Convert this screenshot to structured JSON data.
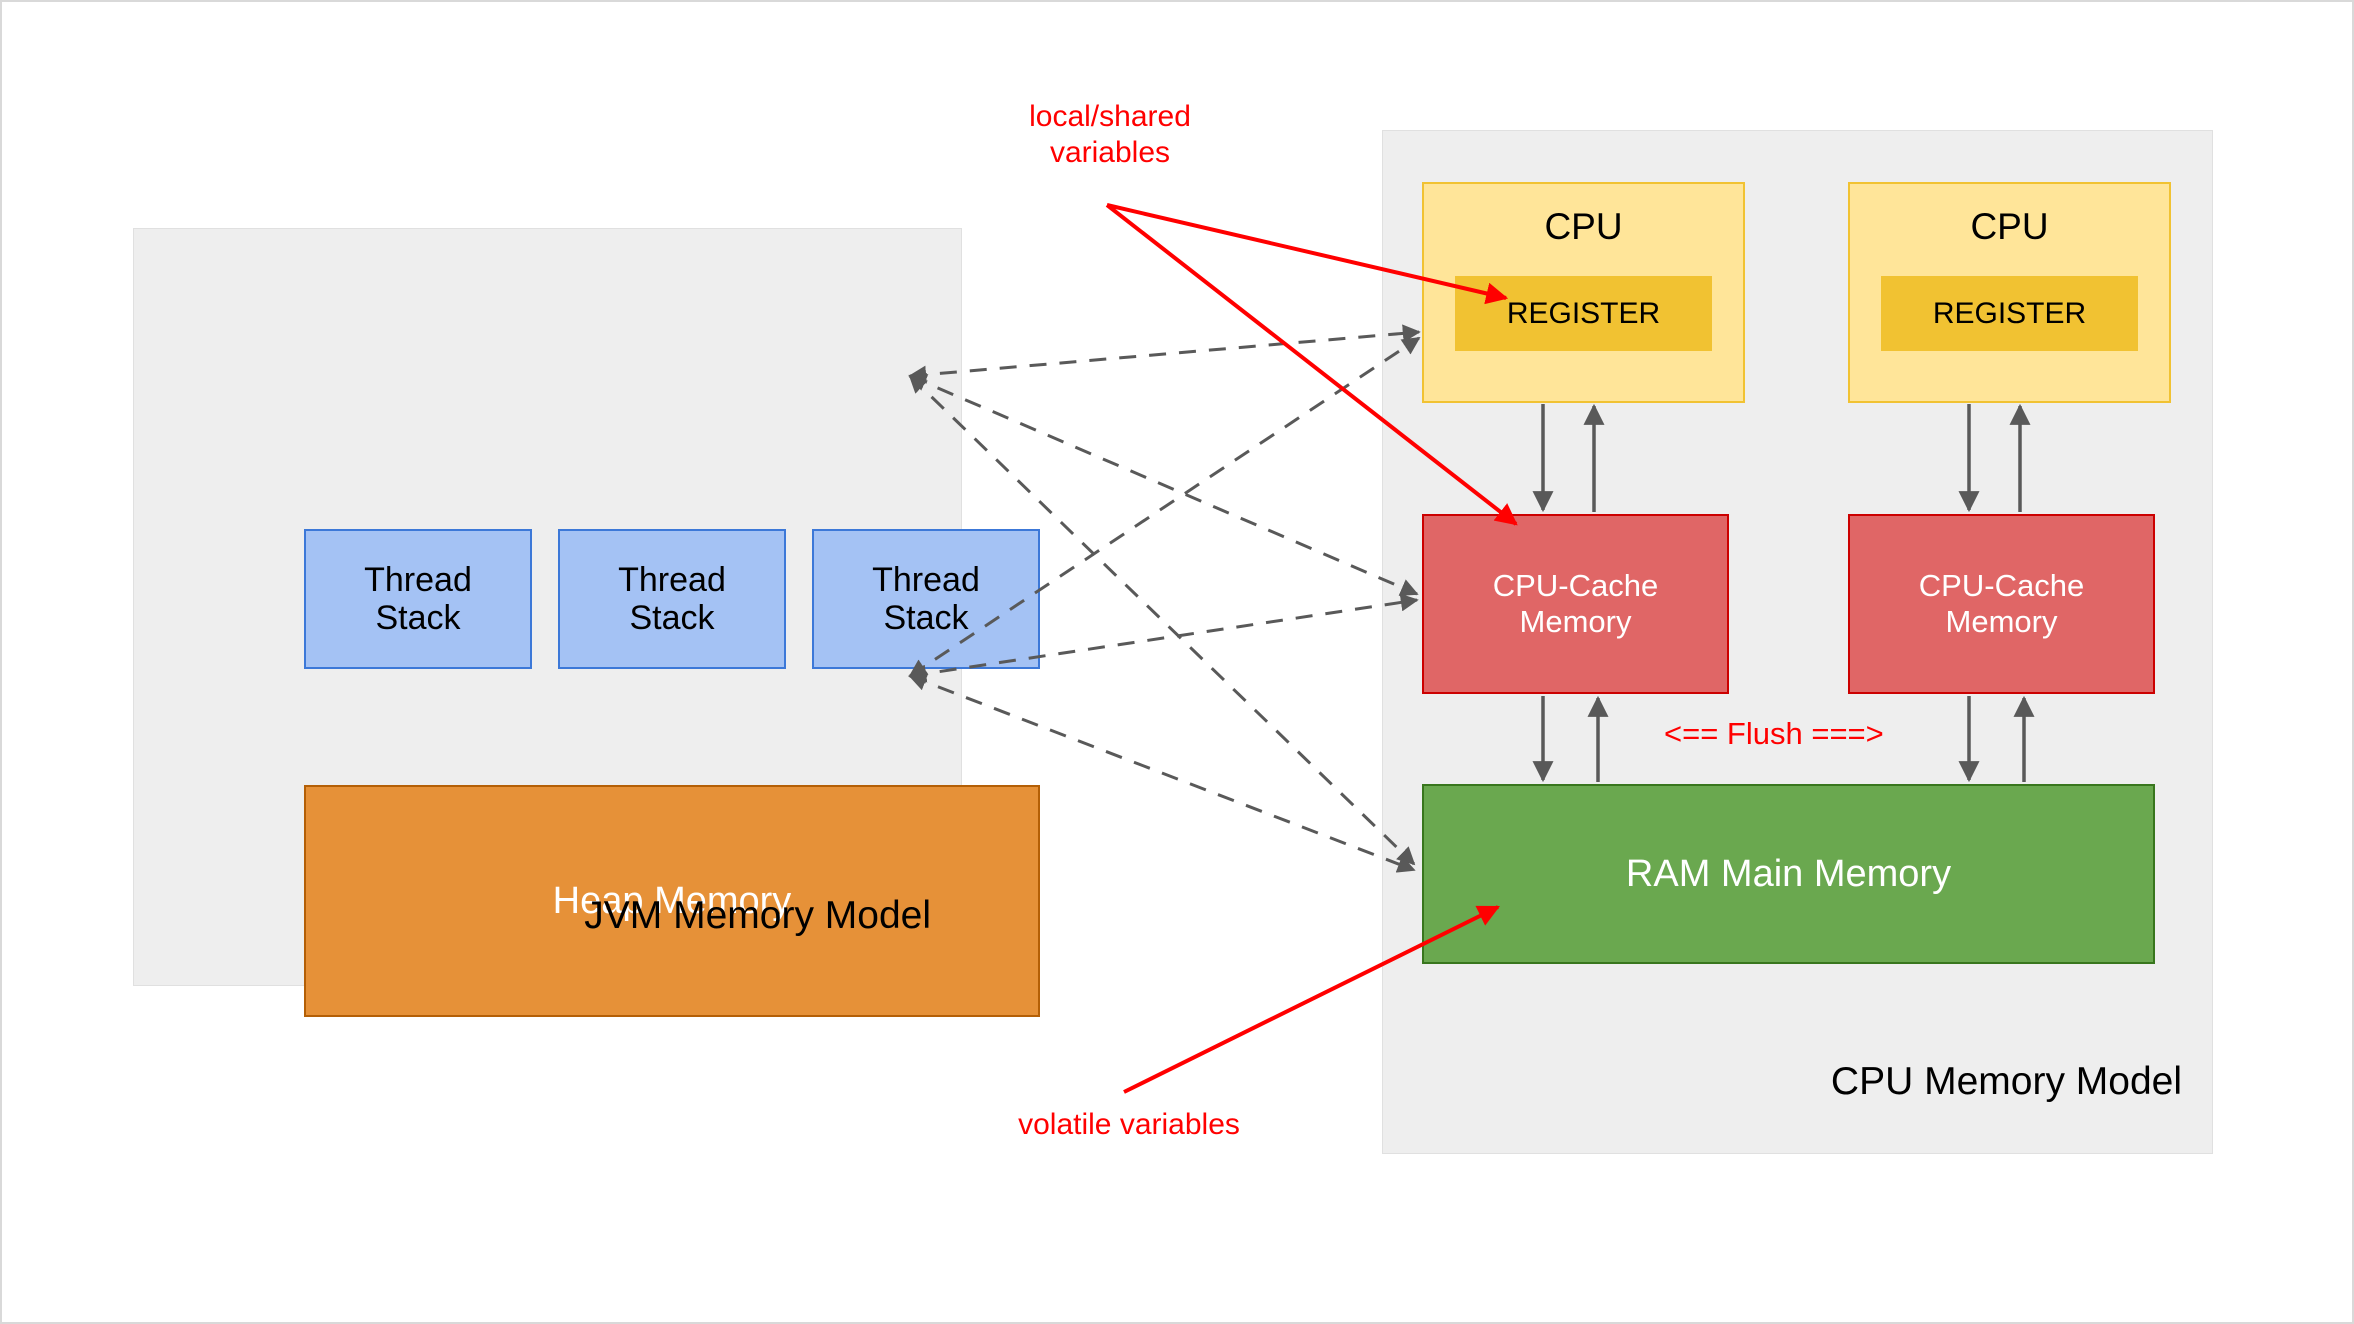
{
  "diagram": {
    "title": "JVM Memory Model and CPU Memory Model",
    "colors": {
      "panel_bg": "#eeeeee",
      "thread_stack_fill": "#a4c2f4",
      "thread_stack_border": "#3c78d8",
      "heap_fill": "#e69138",
      "heap_border": "#b45f06",
      "cpu_fill": "#ffe599",
      "cpu_border": "#f1c232",
      "register_fill": "#f1c232",
      "cache_fill": "#e06666",
      "cache_border": "#cc0000",
      "ram_fill": "#6aa84f",
      "ram_border": "#38761d",
      "annotation_red": "#ff0000",
      "edge_gray": "#595959"
    }
  },
  "jvm_panel": {
    "title": "JVM Memory Model",
    "thread_stacks": [
      {
        "label": "Thread\nStack"
      },
      {
        "label": "Thread\nStack"
      },
      {
        "label": "Thread\nStack"
      }
    ],
    "heap": {
      "label": "Heap Memory"
    }
  },
  "cpu_panel": {
    "title": "CPU Memory Model",
    "cpus": [
      {
        "label": "CPU",
        "register_label": "REGISTER",
        "cache_label": "CPU-Cache\nMemory"
      },
      {
        "label": "CPU",
        "register_label": "REGISTER",
        "cache_label": "CPU-Cache\nMemory"
      }
    ],
    "ram": {
      "label": "RAM Main Memory"
    },
    "flush_label": "<== Flush ===>"
  },
  "annotations": {
    "local_shared": "local/shared\nvariables",
    "volatile": "volatile variables"
  }
}
